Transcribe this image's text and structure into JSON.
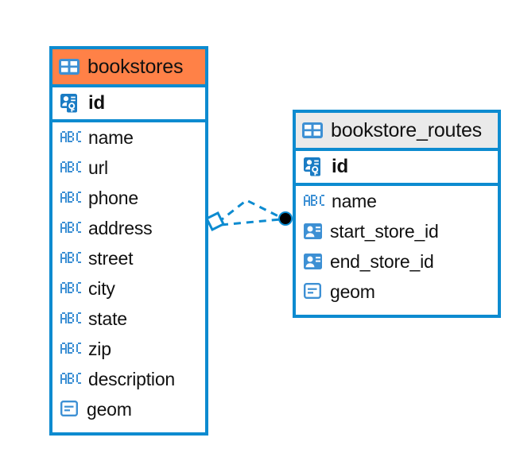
{
  "diagram": {
    "type": "entity-relationship-diagram",
    "background_color": "#ffffff",
    "accent_blue": "#0d8bd0",
    "accent_orange": "#ff8147",
    "accent_gray": "#eaeaea"
  },
  "entities": [
    {
      "name": "bookstores",
      "header_color": "#ff8147",
      "header_icon": "table-icon",
      "primary_key": {
        "label": "id",
        "icon": "primary-key-icon"
      },
      "fields": [
        {
          "label": "name",
          "icon": "text-abc-icon"
        },
        {
          "label": "url",
          "icon": "text-abc-icon"
        },
        {
          "label": "phone",
          "icon": "text-abc-icon"
        },
        {
          "label": "address",
          "icon": "text-abc-icon"
        },
        {
          "label": "street",
          "icon": "text-abc-icon"
        },
        {
          "label": "city",
          "icon": "text-abc-icon"
        },
        {
          "label": "state",
          "icon": "text-abc-icon"
        },
        {
          "label": "zip",
          "icon": "text-abc-icon"
        },
        {
          "label": "description",
          "icon": "text-abc-icon"
        },
        {
          "label": "geom",
          "icon": "geometry-icon"
        }
      ]
    },
    {
      "name": "bookstore_routes",
      "header_color": "#eaeaea",
      "header_icon": "table-icon",
      "primary_key": {
        "label": "id",
        "icon": "primary-key-icon"
      },
      "fields": [
        {
          "label": "name",
          "icon": "text-abc-icon"
        },
        {
          "label": "start_store_id",
          "icon": "foreign-key-icon"
        },
        {
          "label": "end_store_id",
          "icon": "foreign-key-icon"
        },
        {
          "label": "geom",
          "icon": "geometry-icon"
        }
      ]
    }
  ],
  "relationship": {
    "style": "dashed",
    "color": "#0d8bd0",
    "source_marker": "diamond-open",
    "target_marker": "circle-filled",
    "target_marker_color": "#000000"
  }
}
